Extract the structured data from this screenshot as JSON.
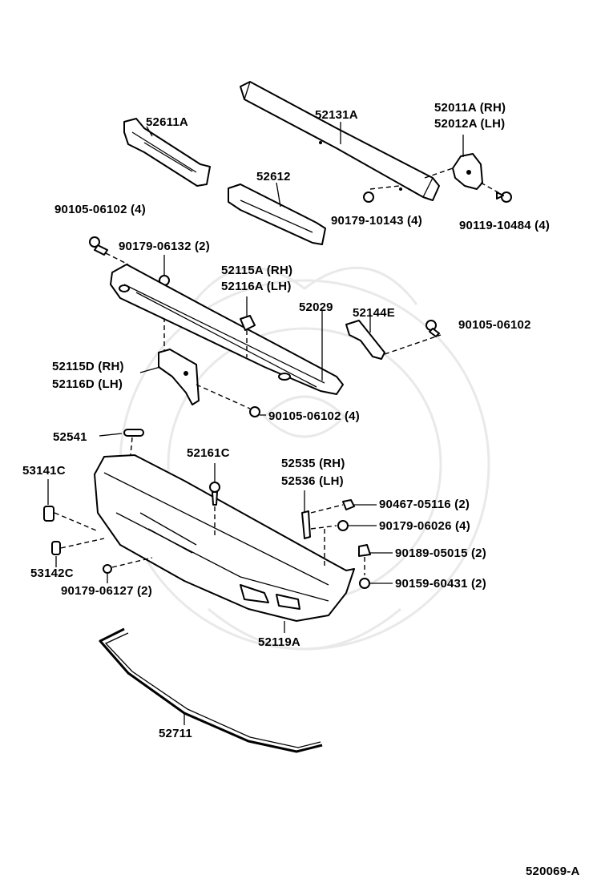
{
  "diagram_id": "520069-A",
  "labels": {
    "p52611A": "52611A",
    "p52131A": "52131A",
    "p52011A": "52011A (RH)",
    "p52012A": "52012A (LH)",
    "p52612": "52612",
    "p90105_06102_4a": "90105-06102 (4)",
    "p90179_10143": "90179-10143 (4)",
    "p90119_10484": "90119-10484 (4)",
    "p90179_06132": "90179-06132 (2)",
    "p52115A": "52115A (RH)",
    "p52116A": "52116A (LH)",
    "p52029": "52029",
    "p52144E": "52144E",
    "p90105_06102_b": "90105-06102",
    "p52115D": "52115D (RH)",
    "p52116D": "52116D (LH)",
    "p90105_06102_4c": "90105-06102 (4)",
    "p52541": "52541",
    "p52161C": "52161C",
    "p52535": "52535 (RH)",
    "p52536": "52536 (LH)",
    "p53141C": "53141C",
    "p90467_05116": "90467-05116 (2)",
    "p90179_06026": "90179-06026 (4)",
    "p90189_05015": "90189-05015 (2)",
    "p90159_60431": "90159-60431 (2)",
    "p53142C": "53142C",
    "p90179_06127": "90179-06127 (2)",
    "p52119A": "52119A",
    "p52711": "52711"
  }
}
